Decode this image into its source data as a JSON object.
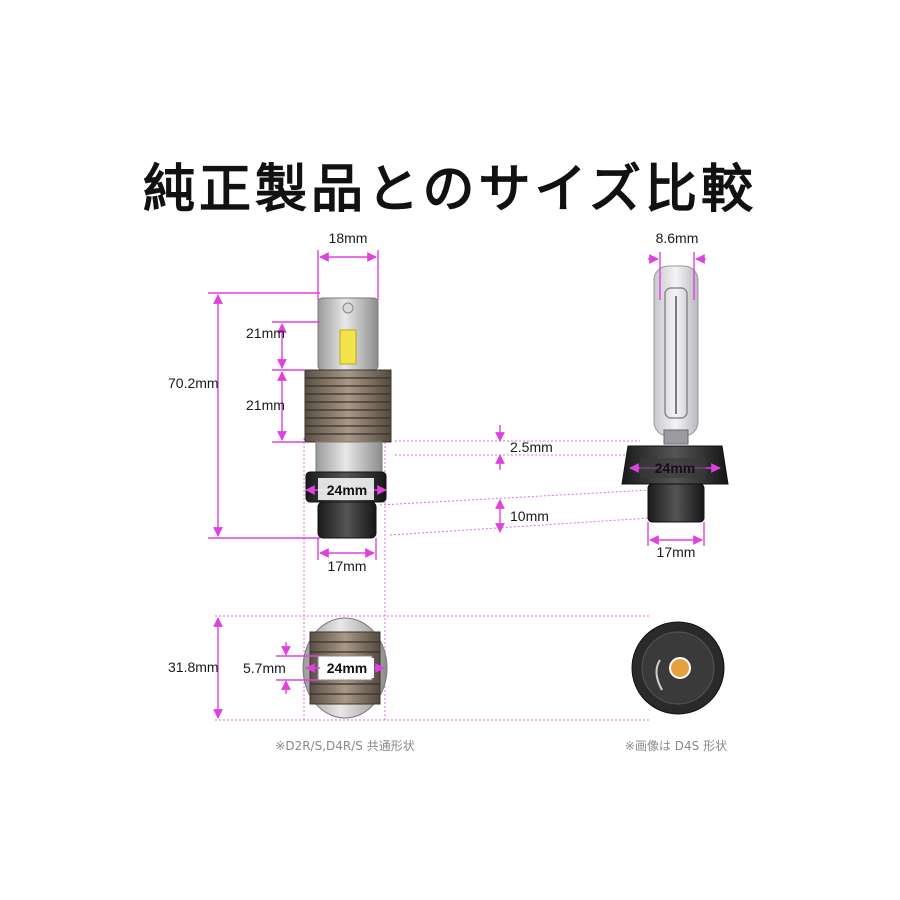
{
  "title": "純正製品とのサイズ比較",
  "colors": {
    "dimension_line": "#e040e0",
    "dashed_guide": "#e070e0",
    "text": "#111111",
    "note": "#8a8a8a",
    "background": "#ffffff"
  },
  "led_bulb": {
    "width_top": "18mm",
    "chip_section_height": "21mm",
    "heatsink_height": "21mm",
    "total_height": "70.2mm",
    "flange_width": "24mm",
    "base_width": "17mm",
    "bottom_view": {
      "height": "31.8mm",
      "tab_width": "5.7mm",
      "width": "24mm"
    },
    "note": "※D2R/S,D4R/S 共通形状"
  },
  "comparison": {
    "flange_offset": "2.5mm",
    "base_offset": "10mm"
  },
  "oem_bulb": {
    "width_top": "8.6mm",
    "flange_width": "24mm",
    "base_width": "17mm",
    "note": "※画像は D4S 形状"
  },
  "icons": {
    "led_bulb_image": "led-headlight-bulb",
    "oem_bulb_image": "hid-xenon-bulb",
    "led_bottom_image": "led-bulb-bottom-view",
    "oem_bottom_image": "hid-bulb-bottom-view"
  }
}
